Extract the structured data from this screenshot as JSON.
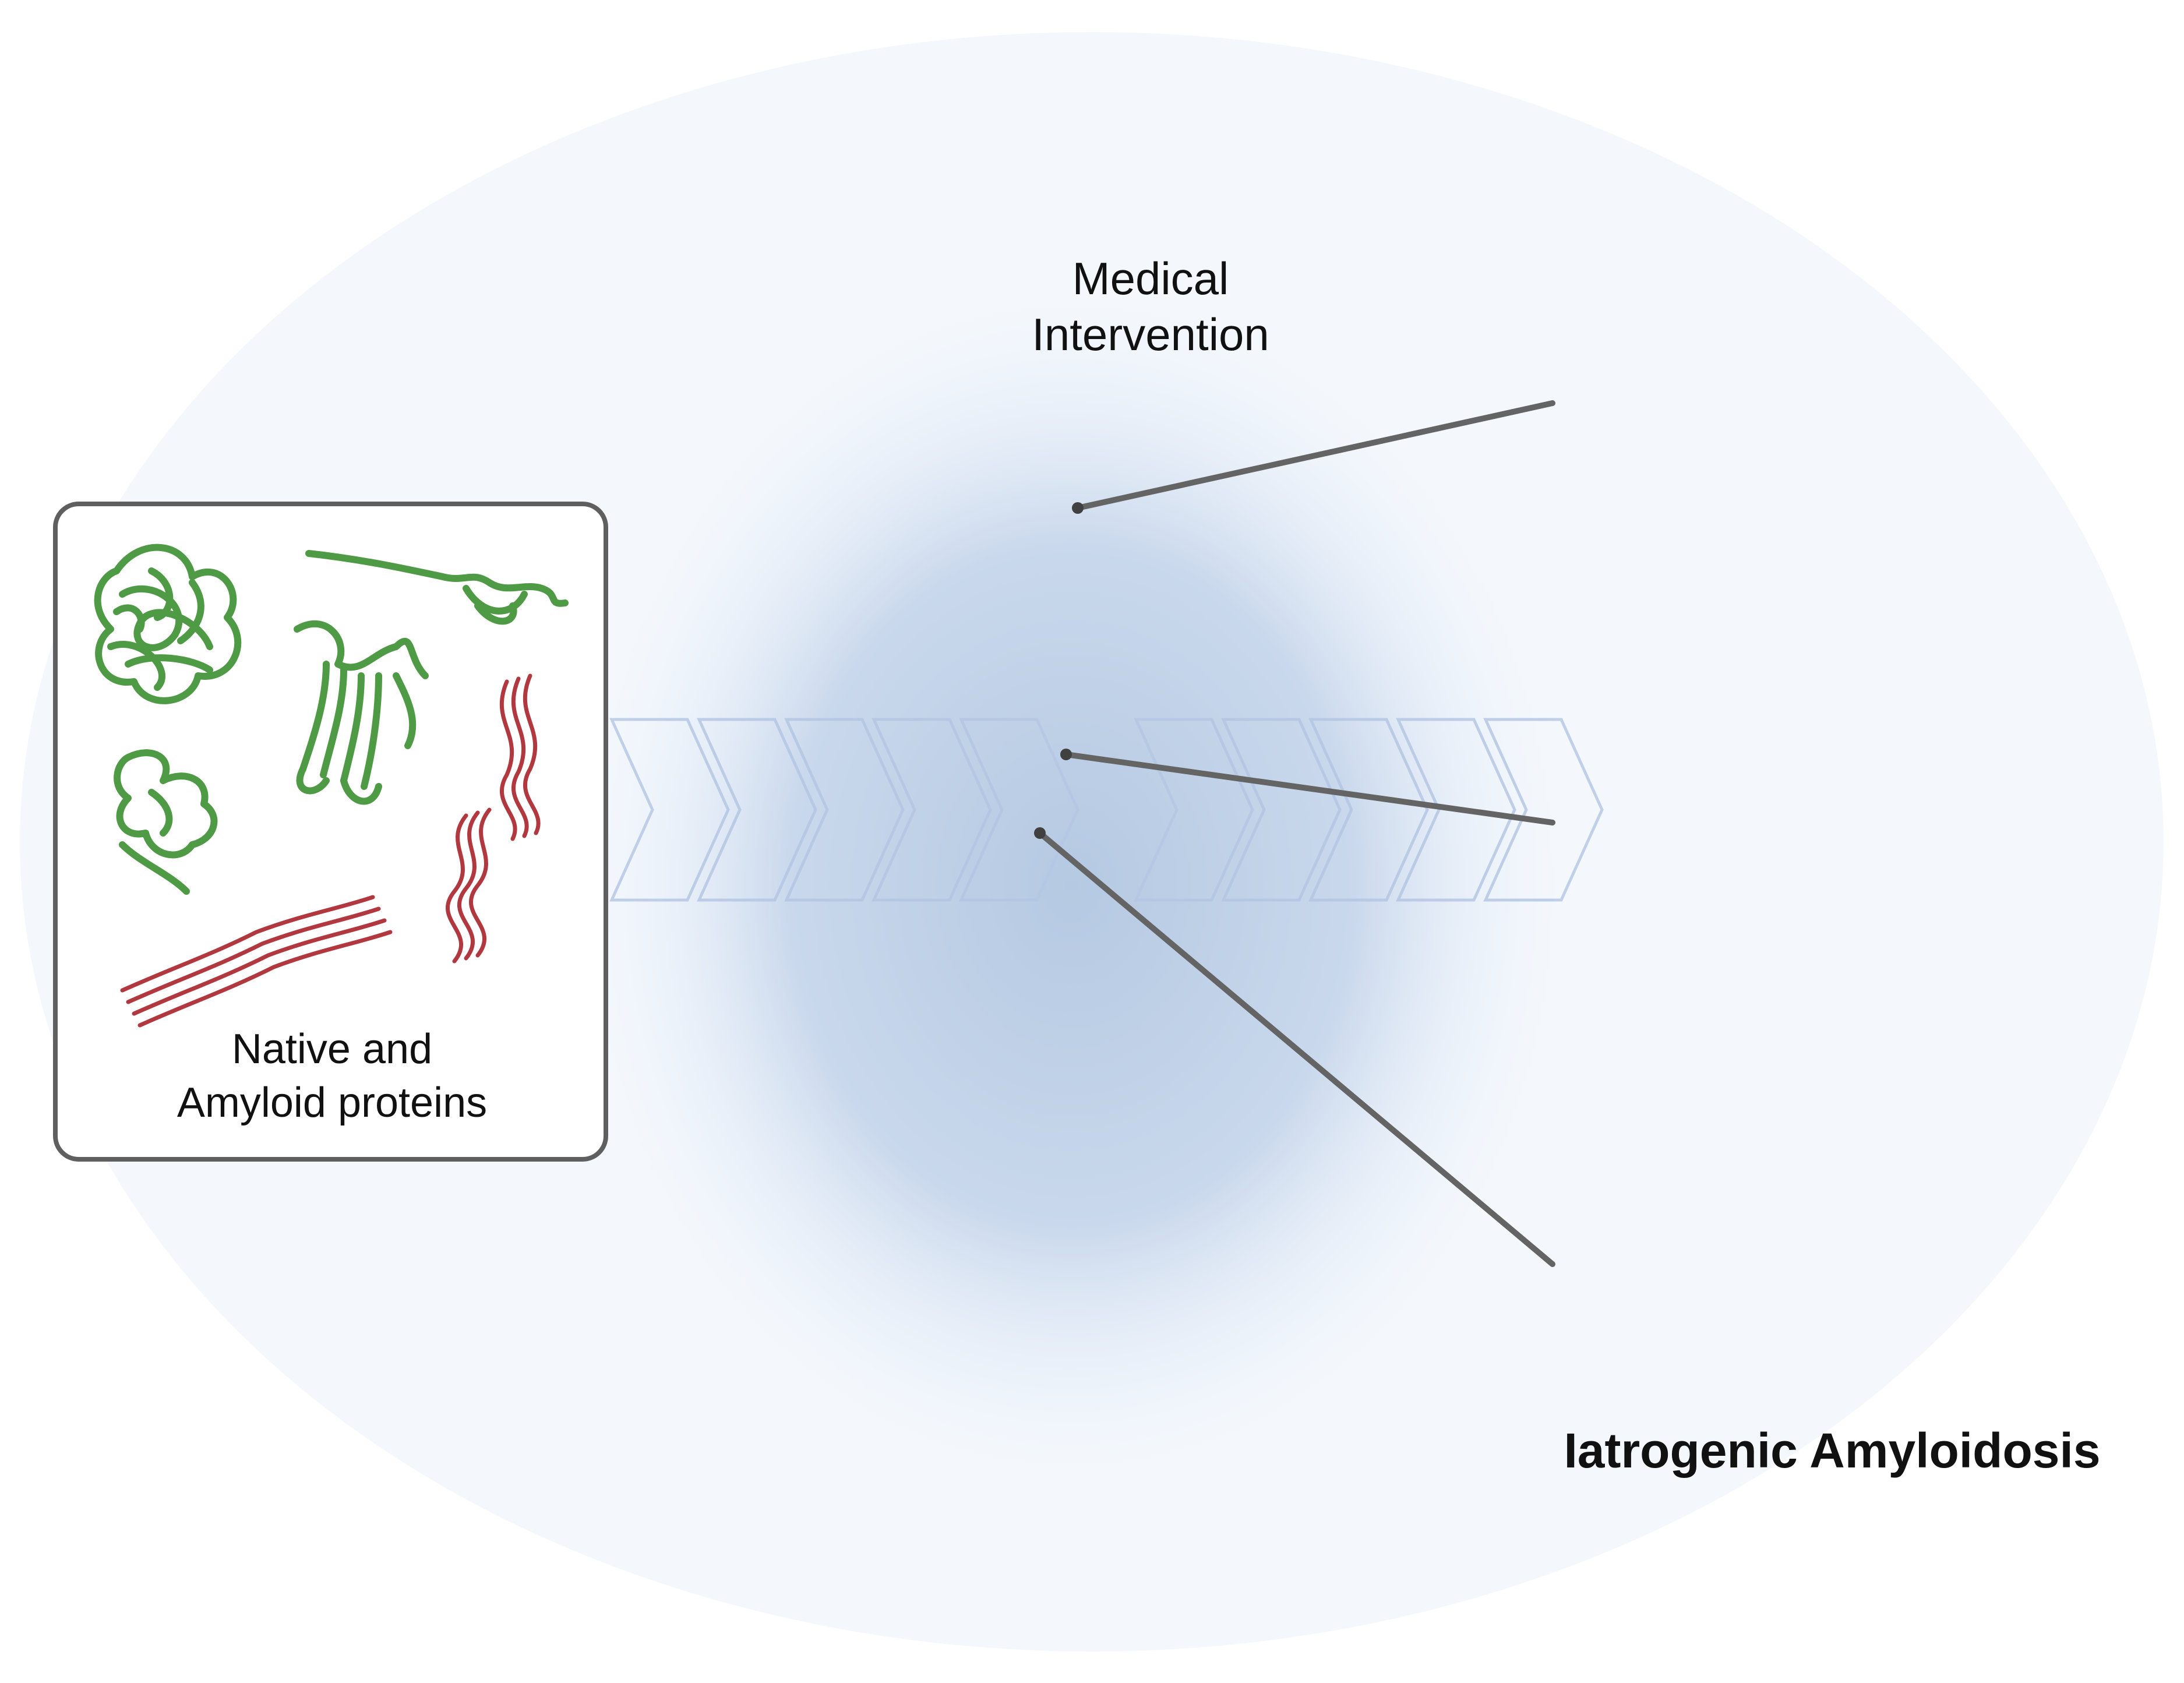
{
  "header": {
    "line1": "Medical",
    "line2": "Intervention",
    "icon": "caduceus-icon"
  },
  "left_panel": {
    "line1": "Native and",
    "line2": "Amyloid proteins"
  },
  "right_panel": {
    "caption": "Iatrogenic Amyloidosis"
  },
  "colors": {
    "background_circle": "#f4f8fd",
    "halo_center": "#b3c8e1",
    "panel_border": "#5f5f5f",
    "native_protein": "#4f9a44",
    "amyloid_protein": "#b1383f",
    "silhouette": "#4a4a4a",
    "gown": "#f2b3bd",
    "iv_fluid": "#9fc8df",
    "blood_bag": "#8e1f24",
    "pole_metal": "#9a9a9a",
    "caduceus_wings": "#6a6a6a",
    "caduceus_snakes": "#5aa0d8"
  }
}
